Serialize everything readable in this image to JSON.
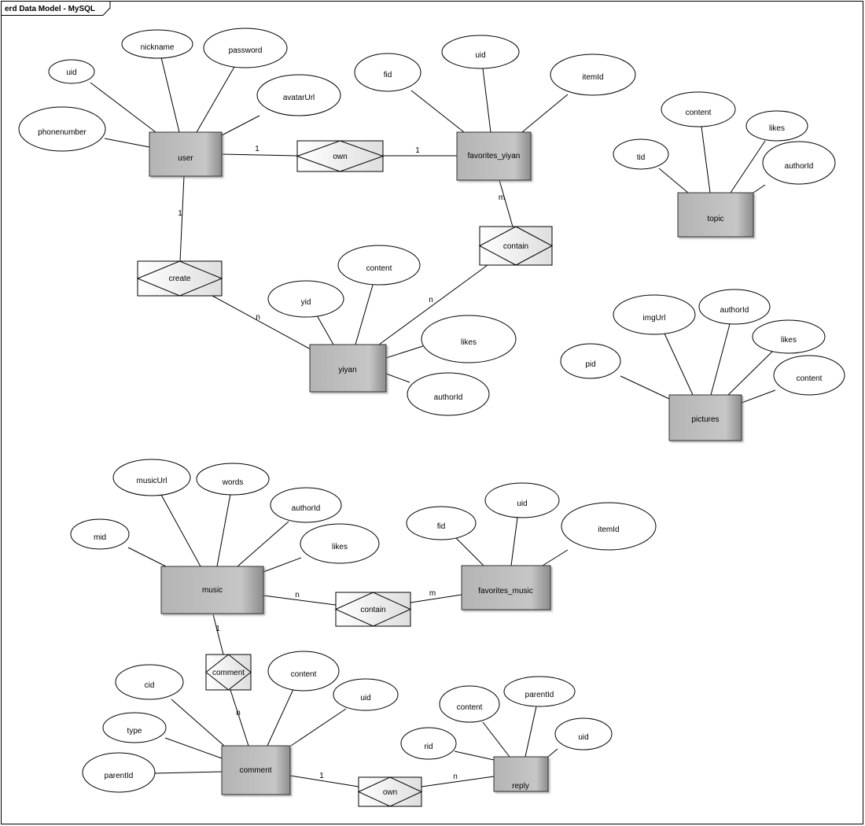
{
  "frame": {
    "title": "erd Data Model - MySQL"
  },
  "entities": {
    "user": "user",
    "favorites_yiyan": "favorites_yiyan",
    "topic": "topic",
    "yiyan": "yiyan",
    "pictures": "pictures",
    "music": "music",
    "favorites_music": "favorites_music",
    "comment": "comment",
    "reply": "reply"
  },
  "relationships": {
    "own_user_fav": "own",
    "contain_yiyan": "contain",
    "create": "create",
    "contain_music": "contain",
    "comment_rel": "comment",
    "own_comment_reply": "own"
  },
  "attributes": {
    "user": [
      "uid",
      "nickname",
      "password",
      "avatarUrl",
      "phonenumber"
    ],
    "favorites_yiyan": [
      "fid",
      "uid",
      "itemId"
    ],
    "topic": [
      "content",
      "likes",
      "tid",
      "authorId"
    ],
    "yiyan": [
      "content",
      "yid",
      "likes",
      "authorId"
    ],
    "pictures": [
      "imgUrl",
      "authorId",
      "likes",
      "pid",
      "content"
    ],
    "music": [
      "musicUrl",
      "words",
      "authorId",
      "mid",
      "likes"
    ],
    "favorites_music": [
      "uid",
      "fid",
      "itemId"
    ],
    "comment": [
      "cid",
      "content",
      "uid",
      "type",
      "parentId"
    ],
    "reply": [
      "content",
      "parentId",
      "rid",
      "uid"
    ]
  },
  "cardinalities": {
    "user_own": "1",
    "own_fav": "1",
    "user_create": "1",
    "create_yiyan": "n",
    "fav_contain": "m",
    "contain_yiyan": "n",
    "music_contain": "n",
    "contain_favmusic": "m",
    "music_comment": "1",
    "comment_comment": "n",
    "comment_own": "1",
    "own_reply": "n"
  }
}
